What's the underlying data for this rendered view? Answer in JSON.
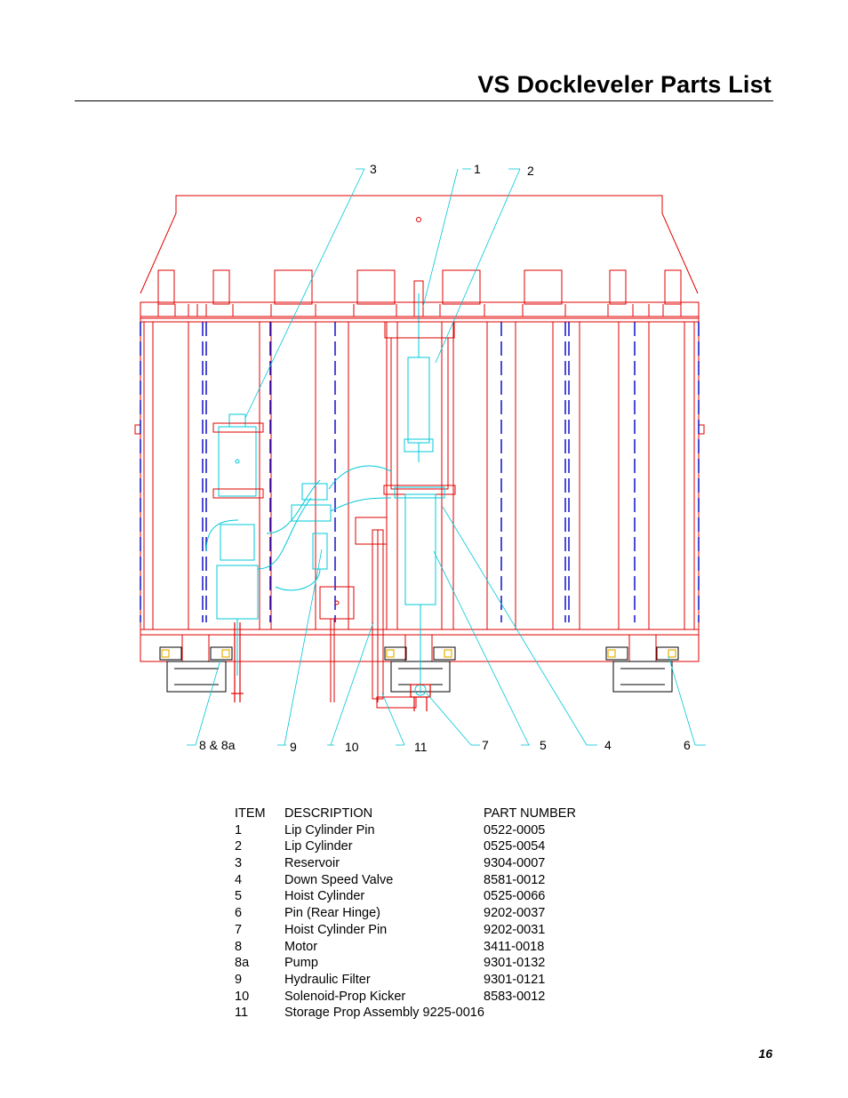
{
  "page": {
    "title": "VS Dockleveler Parts List",
    "page_number": "16"
  },
  "callouts": {
    "c3": "3",
    "c1": "1",
    "c2": "2",
    "c8": "8 & 8a",
    "c9": "9",
    "c10": "10",
    "c11": "11",
    "c7": "7",
    "c5": "5",
    "c4": "4",
    "c6": "6"
  },
  "parts_table": {
    "headers": {
      "item": "ITEM",
      "description": "DESCRIPTION",
      "part_number": "PART NUMBER"
    },
    "rows": [
      {
        "item": "1",
        "description": "Lip Cylinder Pin",
        "part_number": "0522-0005"
      },
      {
        "item": "2",
        "description": "Lip Cylinder",
        "part_number": "0525-0054"
      },
      {
        "item": "3",
        "description": "Reservoir",
        "part_number": "9304-0007"
      },
      {
        "item": "4",
        "description": "Down Speed Valve",
        "part_number": "8581-0012"
      },
      {
        "item": "5",
        "description": "Hoist Cylinder",
        "part_number": "0525-0066"
      },
      {
        "item": "6",
        "description": "Pin (Rear Hinge)",
        "part_number": "9202-0037"
      },
      {
        "item": "7",
        "description": "Hoist Cylinder Pin",
        "part_number": "9202-0031"
      },
      {
        "item": "8",
        "description": "Motor",
        "part_number": "3411-0018"
      },
      {
        "item": "8a",
        "description": "Pump",
        "part_number": "9301-0132"
      },
      {
        "item": "9",
        "description": "Hydraulic Filter",
        "part_number": "9301-0121"
      },
      {
        "item": "10",
        "description": "Solenoid-Prop Kicker",
        "part_number": "8583-0012"
      },
      {
        "item": "11",
        "description": "Storage Prop Assembly  9225-0016",
        "part_number": ""
      }
    ]
  },
  "colors": {
    "frame": "#e00000",
    "hydraulic": "#00c8d8",
    "beam": "#0000c0",
    "leader": "#00c8d8"
  }
}
